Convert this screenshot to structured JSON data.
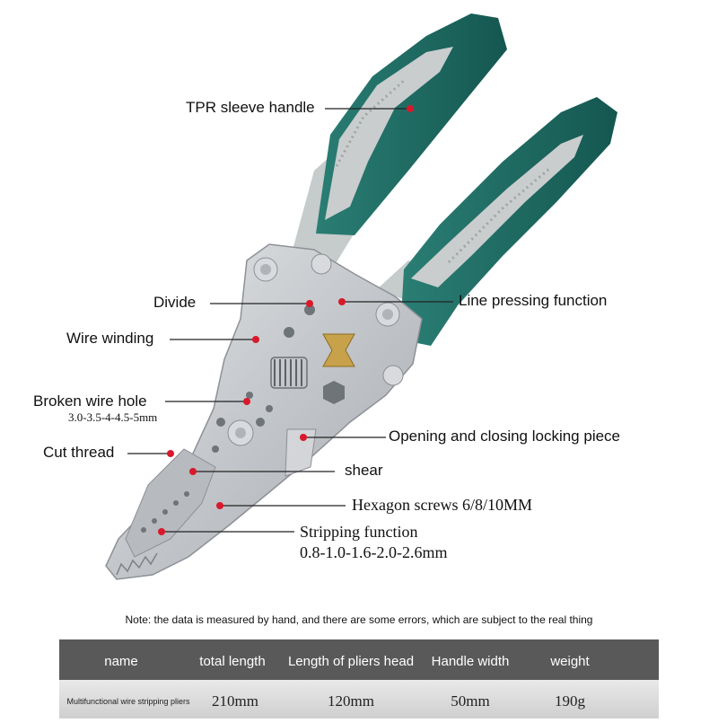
{
  "callouts": {
    "tpr_handle": "TPR sleeve handle",
    "divide": "Divide",
    "line_pressing": "Line pressing function",
    "wire_winding": "Wire winding",
    "broken_wire_hole": "Broken wire hole",
    "broken_wire_sizes": "3.0-3.5-4-4.5-5mm",
    "locking_piece": "Opening and closing locking piece",
    "cut_thread": "Cut thread",
    "shear": "shear",
    "hexagon_screws": "Hexagon screws 6/8/10MM",
    "stripping": "Stripping function",
    "stripping_sizes": "0.8-1.0-1.6-2.0-2.6mm"
  },
  "note": "Note: the data is measured by hand, and there are some errors, which are subject to the real thing",
  "table": {
    "headers": [
      "name",
      "total length",
      "Length of pliers head",
      "Handle width",
      "weight"
    ],
    "row": [
      "Multifunctional wire stripping pliers",
      "210mm",
      "120mm",
      "50mm",
      "190g"
    ]
  },
  "colors": {
    "handle_green": "#1e6b63",
    "handle_grey": "#c9cdcd",
    "steel": "#c7c9cc",
    "callout_dot": "#d9192b"
  }
}
